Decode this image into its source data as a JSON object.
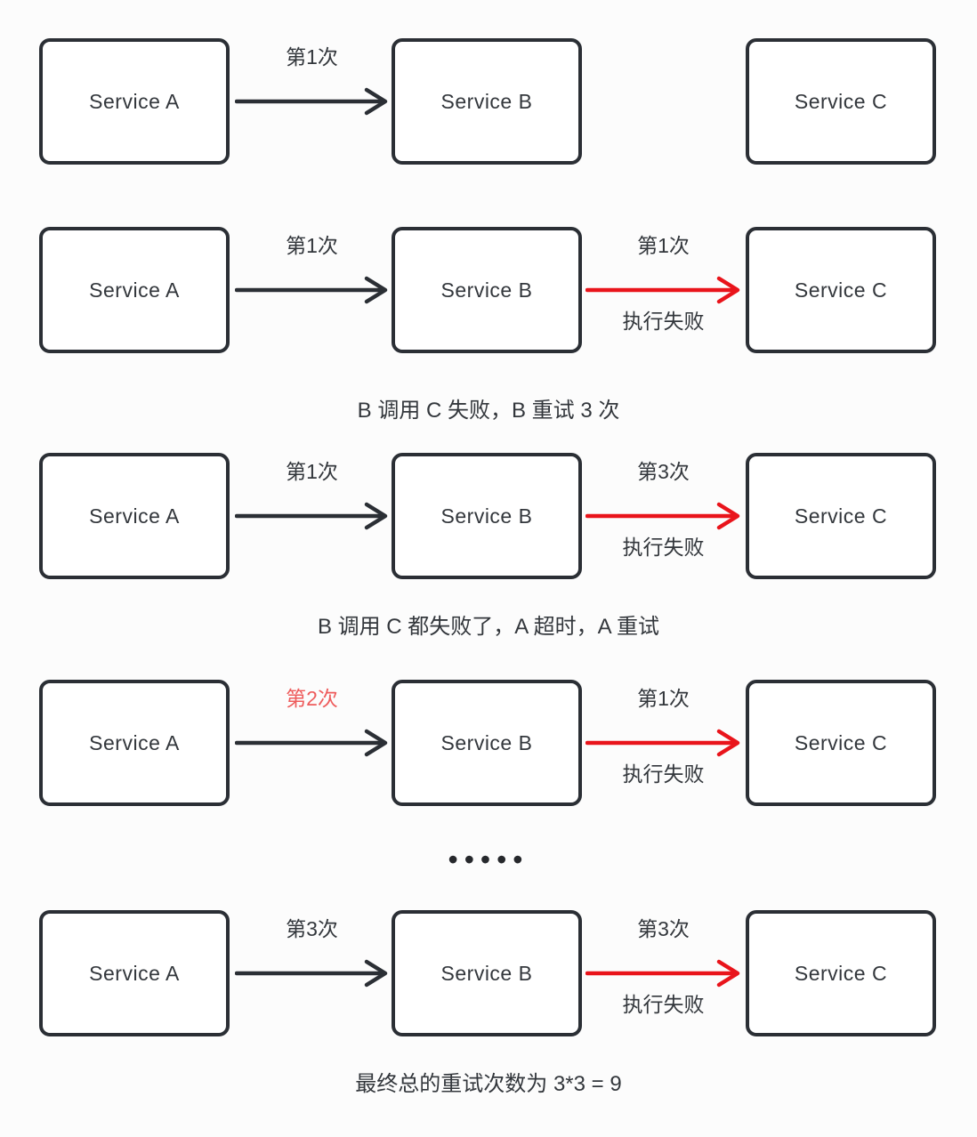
{
  "colors": {
    "background": "#fcfcfc",
    "box_fill": "#ffffff",
    "dark_stroke_text": "#2b2f35",
    "red_arrow": "#e9141b",
    "salmon_label": "#ee5c5c"
  },
  "rows": [
    {
      "a": "Service A",
      "b": "Service B",
      "c": "Service C",
      "ab_label": "第1次"
    },
    {
      "a": "Service A",
      "b": "Service B",
      "c": "Service C",
      "ab_label": "第1次",
      "bc_label": "第1次",
      "bc_status": "执行失败"
    },
    {
      "a": "Service A",
      "b": "Service B",
      "c": "Service C",
      "ab_label": "第1次",
      "bc_label": "第3次",
      "bc_status": "执行失败"
    },
    {
      "a": "Service A",
      "b": "Service B",
      "c": "Service C",
      "ab_label": "第2次",
      "bc_label": "第1次",
      "bc_status": "执行失败"
    },
    {
      "a": "Service A",
      "b": "Service B",
      "c": "Service C",
      "ab_label": "第3次",
      "bc_label": "第3次",
      "bc_status": "执行失败"
    }
  ],
  "captions": {
    "b_retry": "B 调用 C 失败，B 重试 3 次",
    "a_retry": "B 调用 C 都失败了，A 超时，A 重试",
    "total": "最终总的重试次数为 3*3 = 9"
  },
  "ellipsis": "•••••"
}
